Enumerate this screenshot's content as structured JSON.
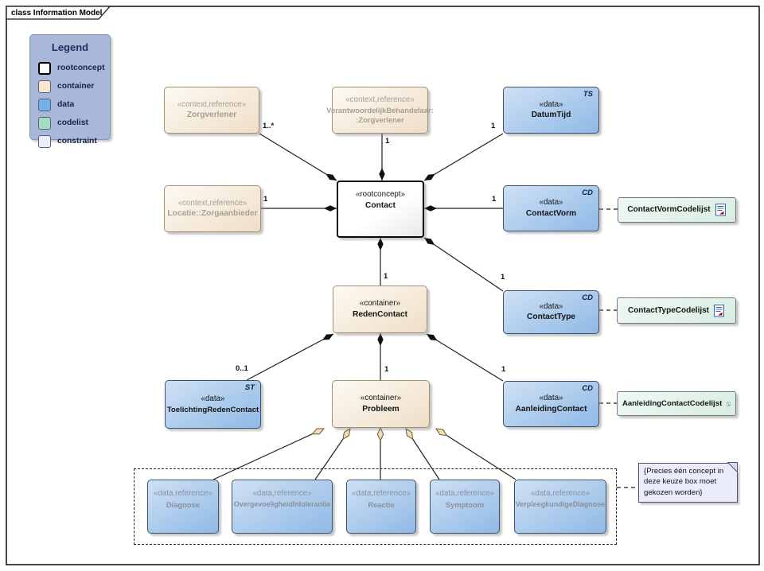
{
  "frame": {
    "title": "class Information Model"
  },
  "legend": {
    "title": "Legend",
    "items": [
      {
        "label": "rootconcept",
        "color": "#ffffff"
      },
      {
        "label": "container",
        "color": "#f8e4d1"
      },
      {
        "label": "data",
        "color": "#74b2e9"
      },
      {
        "label": "codelist",
        "color": "#a8dcc2"
      },
      {
        "label": "constraint",
        "color": "#eceefc"
      }
    ]
  },
  "nodes": {
    "zorgverlener": {
      "stereotype": "«context,reference»",
      "name": "Zorgverlener",
      "multiplicity": "1..*"
    },
    "verantwoordelijk_behandelaar": {
      "stereotype": "«context,reference»",
      "name": "VerantwoordelijkBehandelaar:",
      "name2": ":Zorgverlener",
      "multiplicity": "1"
    },
    "datumtijd": {
      "stereotype": "«data»",
      "name": "DatumTijd",
      "tag": "TS",
      "multiplicity": "1"
    },
    "contact": {
      "stereotype": "«rootconcept»",
      "name": "Contact"
    },
    "locatie": {
      "stereotype": "«context,reference»",
      "name": "Locatie::Zorgaanbieder",
      "multiplicity": "1"
    },
    "contactvorm": {
      "stereotype": "«data»",
      "name": "ContactVorm",
      "tag": "CD",
      "multiplicity": "1"
    },
    "contacttype": {
      "stereotype": "«data»",
      "name": "ContactType",
      "tag": "CD",
      "multiplicity": "1"
    },
    "redencontact": {
      "stereotype": "«container»",
      "name": "RedenContact",
      "multiplicity": "1"
    },
    "toelichting_redencontact": {
      "stereotype": "«data»",
      "name": "ToelichtingRedenContact",
      "tag": "ST",
      "multiplicity": "0..1"
    },
    "probleem": {
      "stereotype": "«container»",
      "name": "Probleem",
      "multiplicity": "1"
    },
    "aanleiding_contact": {
      "stereotype": "«data»",
      "name": "AanleidingContact",
      "tag": "CD",
      "multiplicity": "1"
    },
    "diagnose": {
      "stereotype": "«data,reference»",
      "name": "Diagnose"
    },
    "overgevoeligheid_intolerantie": {
      "stereotype": "«data,reference»",
      "name": "OvergevoeligheidIntolerantie"
    },
    "reactie": {
      "stereotype": "«data,reference»",
      "name": "Reactie"
    },
    "symptoom": {
      "stereotype": "«data,reference»",
      "name": "Symptoom"
    },
    "verpleegkundige_diagnose": {
      "stereotype": "«data,reference»",
      "name": "VerpleegkundigeDiagnose"
    }
  },
  "codelists": {
    "contactvorm": {
      "label": "ContactVormCodelijst"
    },
    "contacttype": {
      "label": "ContactTypeCodelijst"
    },
    "aanleiding": {
      "label": "AanleidingContactCodelijst"
    }
  },
  "note": {
    "text": "{Precies één concept in deze keuze box moet gekozen worden}"
  },
  "colors": {
    "data_fill": "#8fb9e6",
    "container_fill": "#efdec7",
    "codelist_fill": "#d7ede1",
    "constraint_fill": "#eaecfb",
    "legend_bg": "#a9b7d8",
    "reference_text": "#8b9099",
    "line": "#1f1f1f"
  }
}
